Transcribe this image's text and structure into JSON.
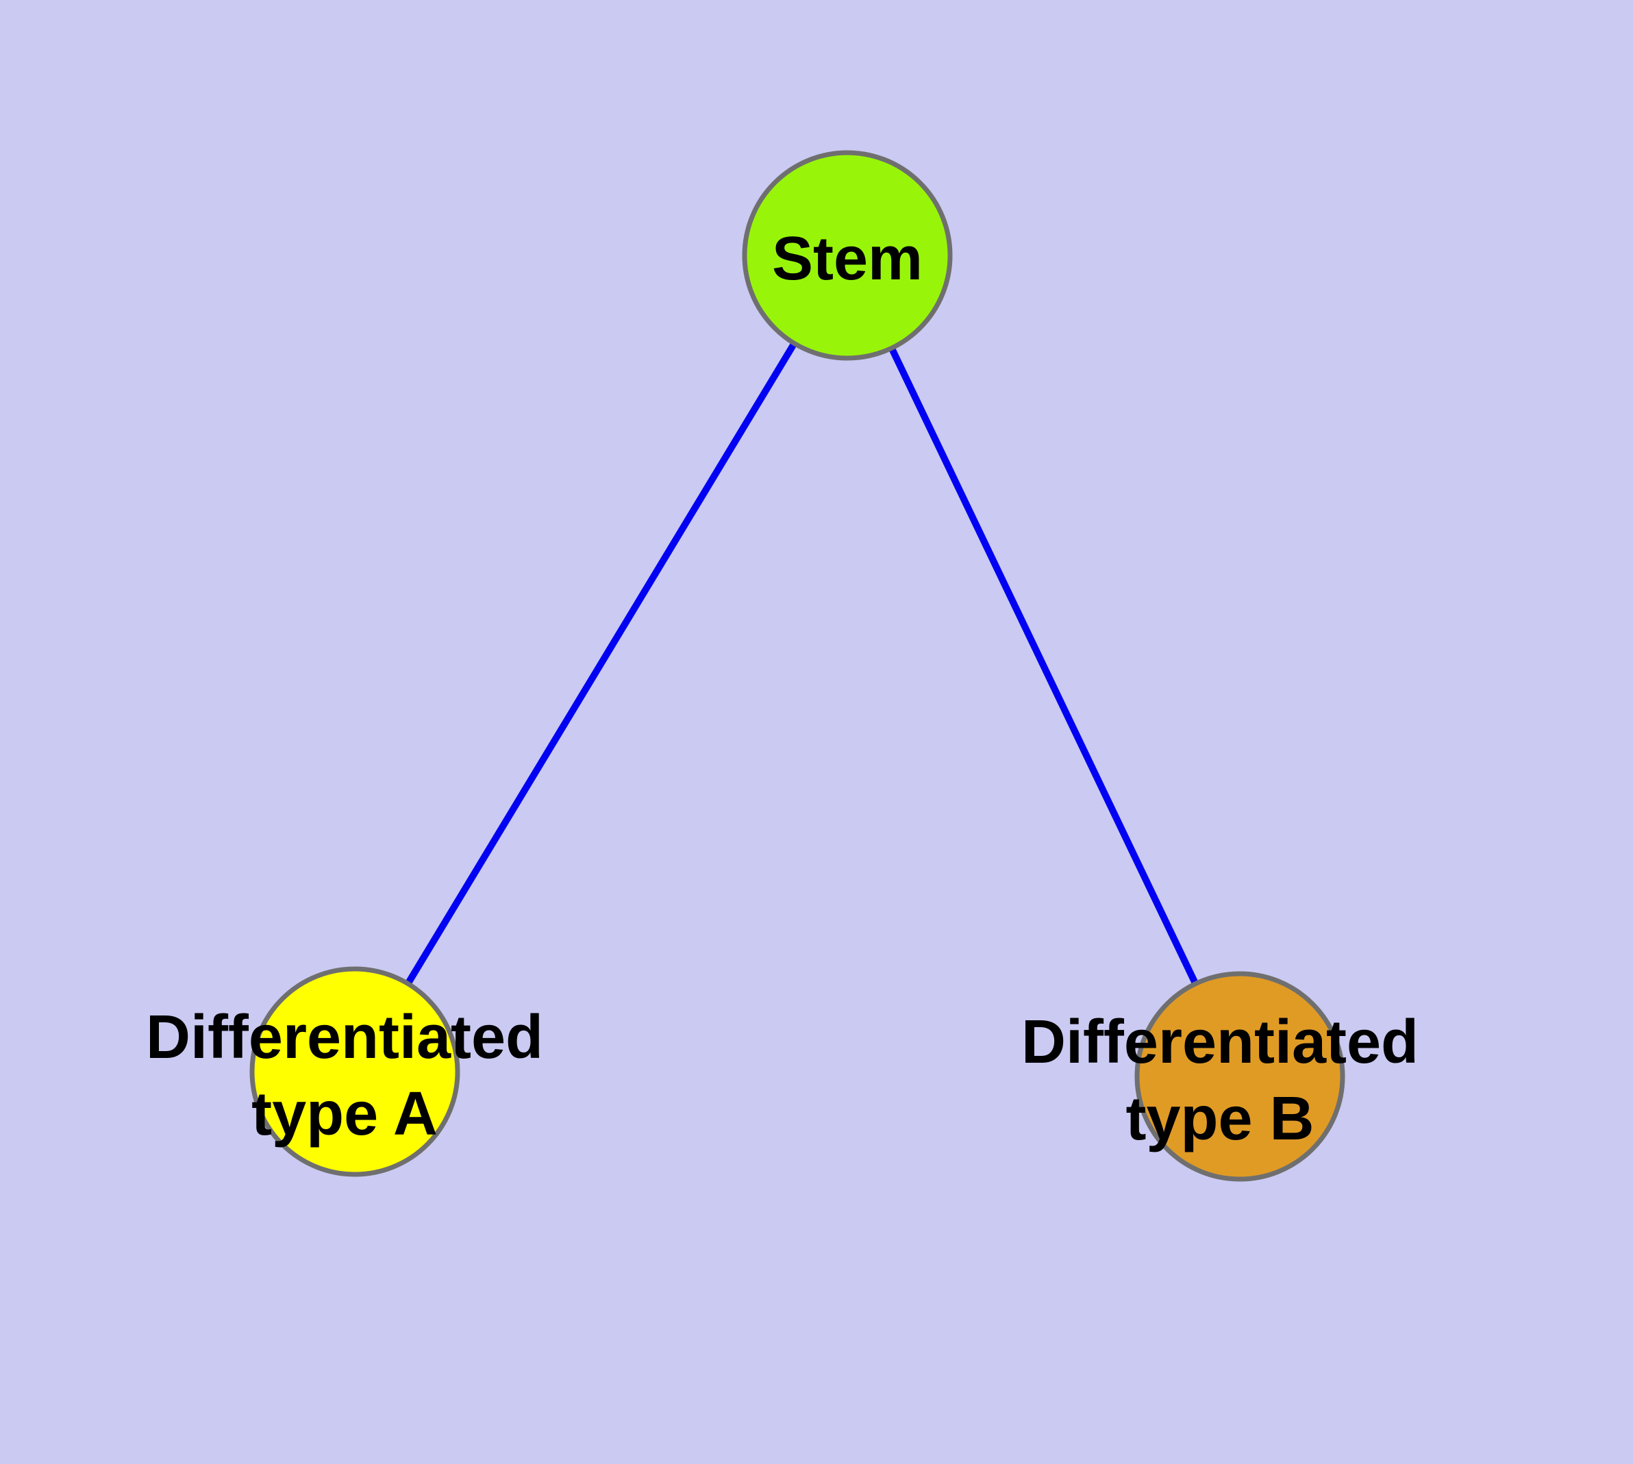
{
  "title": "Stem cell differentiation diagram",
  "colors": {
    "background": "#cacaf2",
    "edge": "#0202f2",
    "node_border": "#6f6f6f",
    "label_text": "#000000",
    "stem_fill": "#98f50a",
    "type_a_fill": "#ffff00",
    "type_b_fill": "#e09b25"
  },
  "nodes": [
    {
      "id": "stem",
      "label_lines": [
        "Stem"
      ],
      "fill": "#98f50a"
    },
    {
      "id": "differentiated-type-a",
      "label_lines": [
        "Differentiated",
        "type A"
      ],
      "fill": "#ffff00"
    },
    {
      "id": "differentiated-type-b",
      "label_lines": [
        "Differentiated",
        "type B"
      ],
      "fill": "#e09b25"
    }
  ],
  "edges": [
    {
      "from": "stem",
      "to": "differentiated-type-a"
    },
    {
      "from": "stem",
      "to": "differentiated-type-b"
    }
  ]
}
